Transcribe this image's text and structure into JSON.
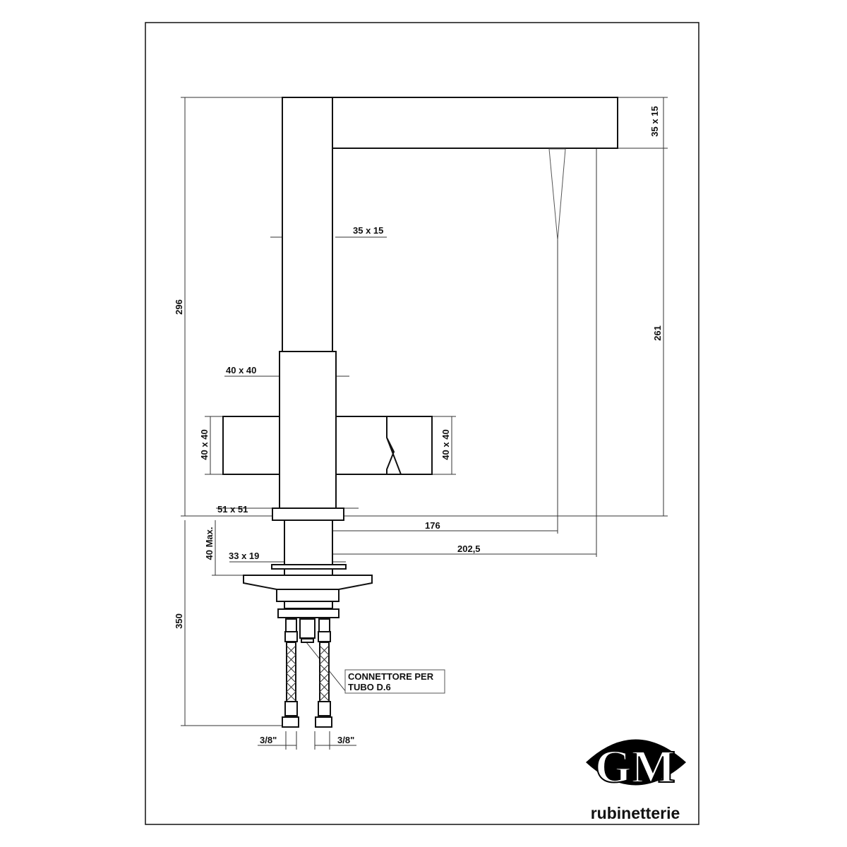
{
  "dimensions": {
    "spout_section": "35 x 15",
    "spout_section_right": "35 x 15",
    "total_height": "296",
    "spout_height": "261",
    "body_section": "40 x 40",
    "left_handle": "40 x 40",
    "right_handle": "40 x 40",
    "base": "51 x 51",
    "reach_1": "176",
    "reach_2": "202,5",
    "deck_thickness": "40 Max.",
    "shank": "33 x 19",
    "hose_length": "350",
    "hose_left": "3/8\"",
    "hose_right": "3/8\""
  },
  "callout": {
    "line1": "CONNETTORE PER",
    "line2": "TUBO D.6"
  },
  "logo": {
    "mark": "GM",
    "brand": "rubinetterie"
  }
}
